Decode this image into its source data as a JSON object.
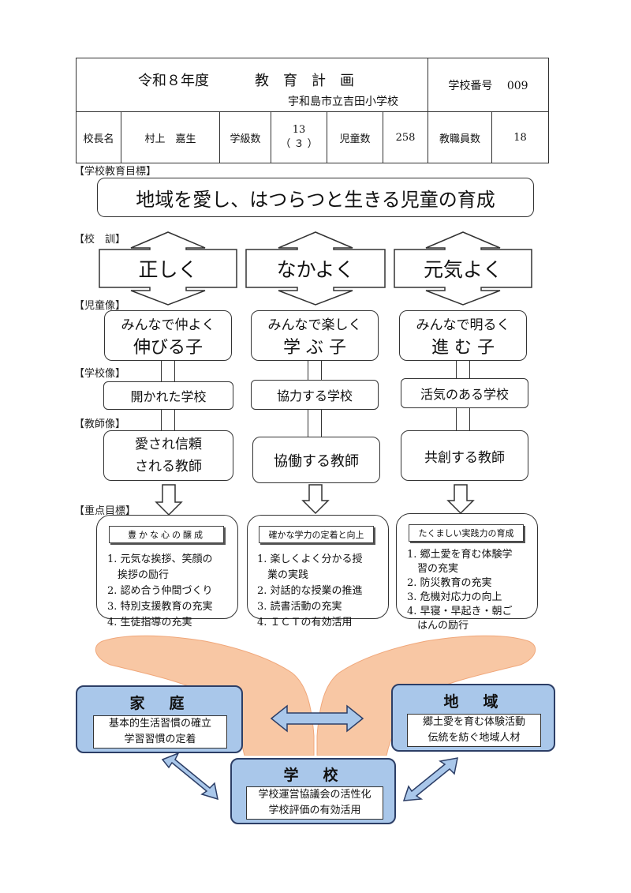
{
  "header": {
    "title_year": "令和８年度",
    "title_main": "教　育　計　画",
    "school_name": "宇和島市立吉田小学校",
    "school_no_label": "学校番号",
    "school_no": "009",
    "principal_label": "校長名",
    "principal_name": "村上　嘉生",
    "classes_label": "学級数",
    "classes_value": "13",
    "classes_sub": "（ ３ ）",
    "students_label": "児童数",
    "students_value": "258",
    "staff_label": "教職員数",
    "staff_value": "18"
  },
  "goal": {
    "label": "【学校教育目標】",
    "text": "地域を愛し、はつらつと生きる児童の育成"
  },
  "motto": {
    "label": "【校　訓】",
    "items": [
      "正しく",
      "なかよく",
      "元気よく"
    ]
  },
  "child": {
    "label": "【児童像】",
    "items": [
      {
        "line1": "みんなで仲よく",
        "line2": "伸びる子"
      },
      {
        "line1": "みんなで楽しく",
        "line2": "学 ぶ 子"
      },
      {
        "line1": "みんなで明るく",
        "line2": "進 む 子"
      }
    ]
  },
  "school": {
    "label": "【学校像】",
    "items": [
      "開かれた学校",
      "協力する学校",
      "活気のある学校"
    ]
  },
  "teacher": {
    "label": "【教師像】",
    "items": [
      {
        "line1": "愛され信頼",
        "line2": "される教師"
      },
      {
        "line1": "協働する教師",
        "line2": ""
      },
      {
        "line1": "共創する教師",
        "line2": ""
      }
    ]
  },
  "focus": {
    "label": "【重点目標】",
    "columns": [
      {
        "title": "豊かな心の醸成",
        "items": [
          "1. 元気な挨拶、笑顔の",
          "　挨拶の励行",
          "2. 認め合う仲間づくり",
          "3. 特別支援教育の充実",
          "4. 生徒指導の充実"
        ]
      },
      {
        "title": "確かな学力の定着と向上",
        "items": [
          "1. 楽しくよく分かる授",
          "　業の実践",
          "2. 対話的な授業の推進",
          "3. 読書活動の充実",
          "4. ＩＣＴの有効活用"
        ]
      },
      {
        "title": "たくましい実践力の育成",
        "items": [
          "1. 郷土愛を育む体験学",
          "　習の充実",
          "2. 防災教育の充実",
          "3. 危機対応力の向上",
          "4. 早寝・早起き・朝ご",
          "　はんの励行"
        ]
      }
    ]
  },
  "partners": {
    "home": {
      "title": "家　庭",
      "lines": [
        "基本的生活習慣の確立",
        "学習習慣の定着"
      ]
    },
    "community": {
      "title": "地　域",
      "lines": [
        "郷土愛を育む体験活動",
        "伝統を紡ぐ地域人材"
      ]
    },
    "school": {
      "title": "学　校",
      "lines": [
        "学校運営協議会の活性化",
        "学校評価の有効活用"
      ]
    }
  },
  "colors": {
    "partner_fill": "#a9c7ea",
    "hands": "#f8c7a4"
  }
}
